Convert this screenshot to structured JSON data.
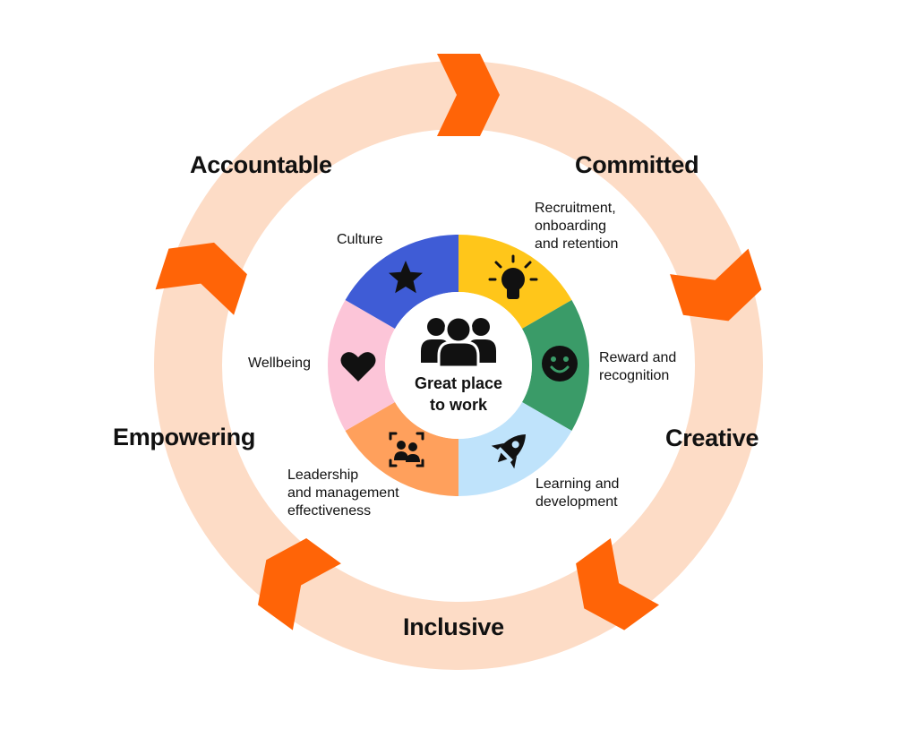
{
  "center": {
    "line1": "Great place",
    "line2": "to work",
    "icon": "people-group-icon"
  },
  "values": {
    "accountable": "Accountable",
    "committed": "Committed",
    "creative": "Creative",
    "inclusive": "Inclusive",
    "empowering": "Empowering"
  },
  "segments": [
    {
      "key": "recruitment",
      "lines": [
        "Recruitment,",
        "onboarding",
        "and retention"
      ],
      "color": "#FFC61A",
      "icon": "lightbulb-icon"
    },
    {
      "key": "reward",
      "lines": [
        "Reward and",
        "recognition"
      ],
      "color": "#3A9B68",
      "icon": "smiley-icon"
    },
    {
      "key": "learning",
      "lines": [
        "Learning and",
        "development"
      ],
      "color": "#BFE3FB",
      "icon": "rocket-icon"
    },
    {
      "key": "leadership",
      "lines": [
        "Leadership",
        "and management",
        "effectiveness"
      ],
      "color": "#FFA05C",
      "icon": "team-leader-icon"
    },
    {
      "key": "wellbeing",
      "lines": [
        "Wellbeing"
      ],
      "color": "#FCC5D8",
      "icon": "heart-icon"
    },
    {
      "key": "culture",
      "lines": [
        "Culture"
      ],
      "color": "#3F5CD6",
      "icon": "star-icon"
    }
  ],
  "colors": {
    "ring": "#FDDCC6",
    "arrow": "#FF6407",
    "hub": "#FFFFFF"
  }
}
